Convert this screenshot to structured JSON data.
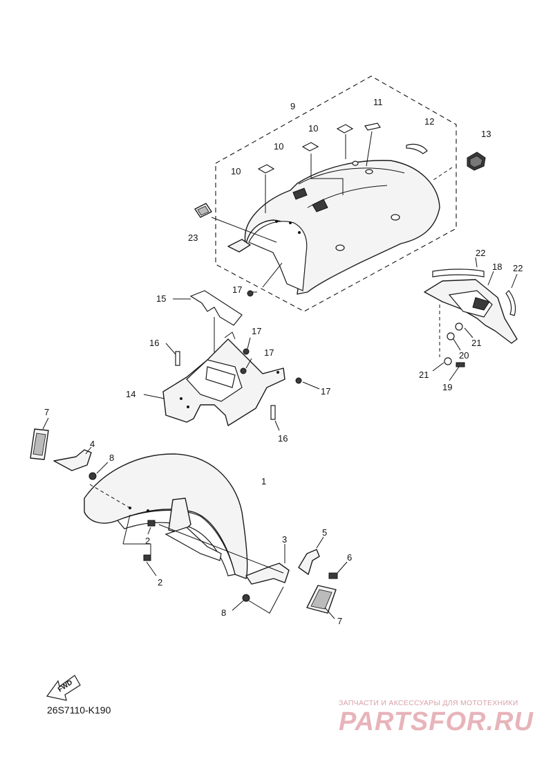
{
  "diagram": {
    "callouts": {
      "c1": "1",
      "c2a": "2",
      "c2b": "2",
      "c3": "3",
      "c4": "4",
      "c5": "5",
      "c6": "6",
      "c7a": "7",
      "c7b": "7",
      "c8a": "8",
      "c8b": "8",
      "c9": "9",
      "c10a": "10",
      "c10b": "10",
      "c10c": "10",
      "c11": "11",
      "c12": "12",
      "c13": "13",
      "c14": "14",
      "c15": "15",
      "c16a": "16",
      "c16b": "16",
      "c17a": "17",
      "c17b": "17",
      "c17c": "17",
      "c17d": "17",
      "c18": "18",
      "c19": "19",
      "c20": "20",
      "c21a": "21",
      "c21b": "21",
      "c22a": "22",
      "c22b": "22",
      "c23": "23"
    },
    "fwd_label": "FWD",
    "doc_code": "26S7110-K190"
  },
  "watermark": {
    "caption": "ЗАПЧАСТИ И АКСЕССУАРЫ ДЛЯ МОТОТЕХНИКИ",
    "brand": "PARTSFOR.RU"
  }
}
